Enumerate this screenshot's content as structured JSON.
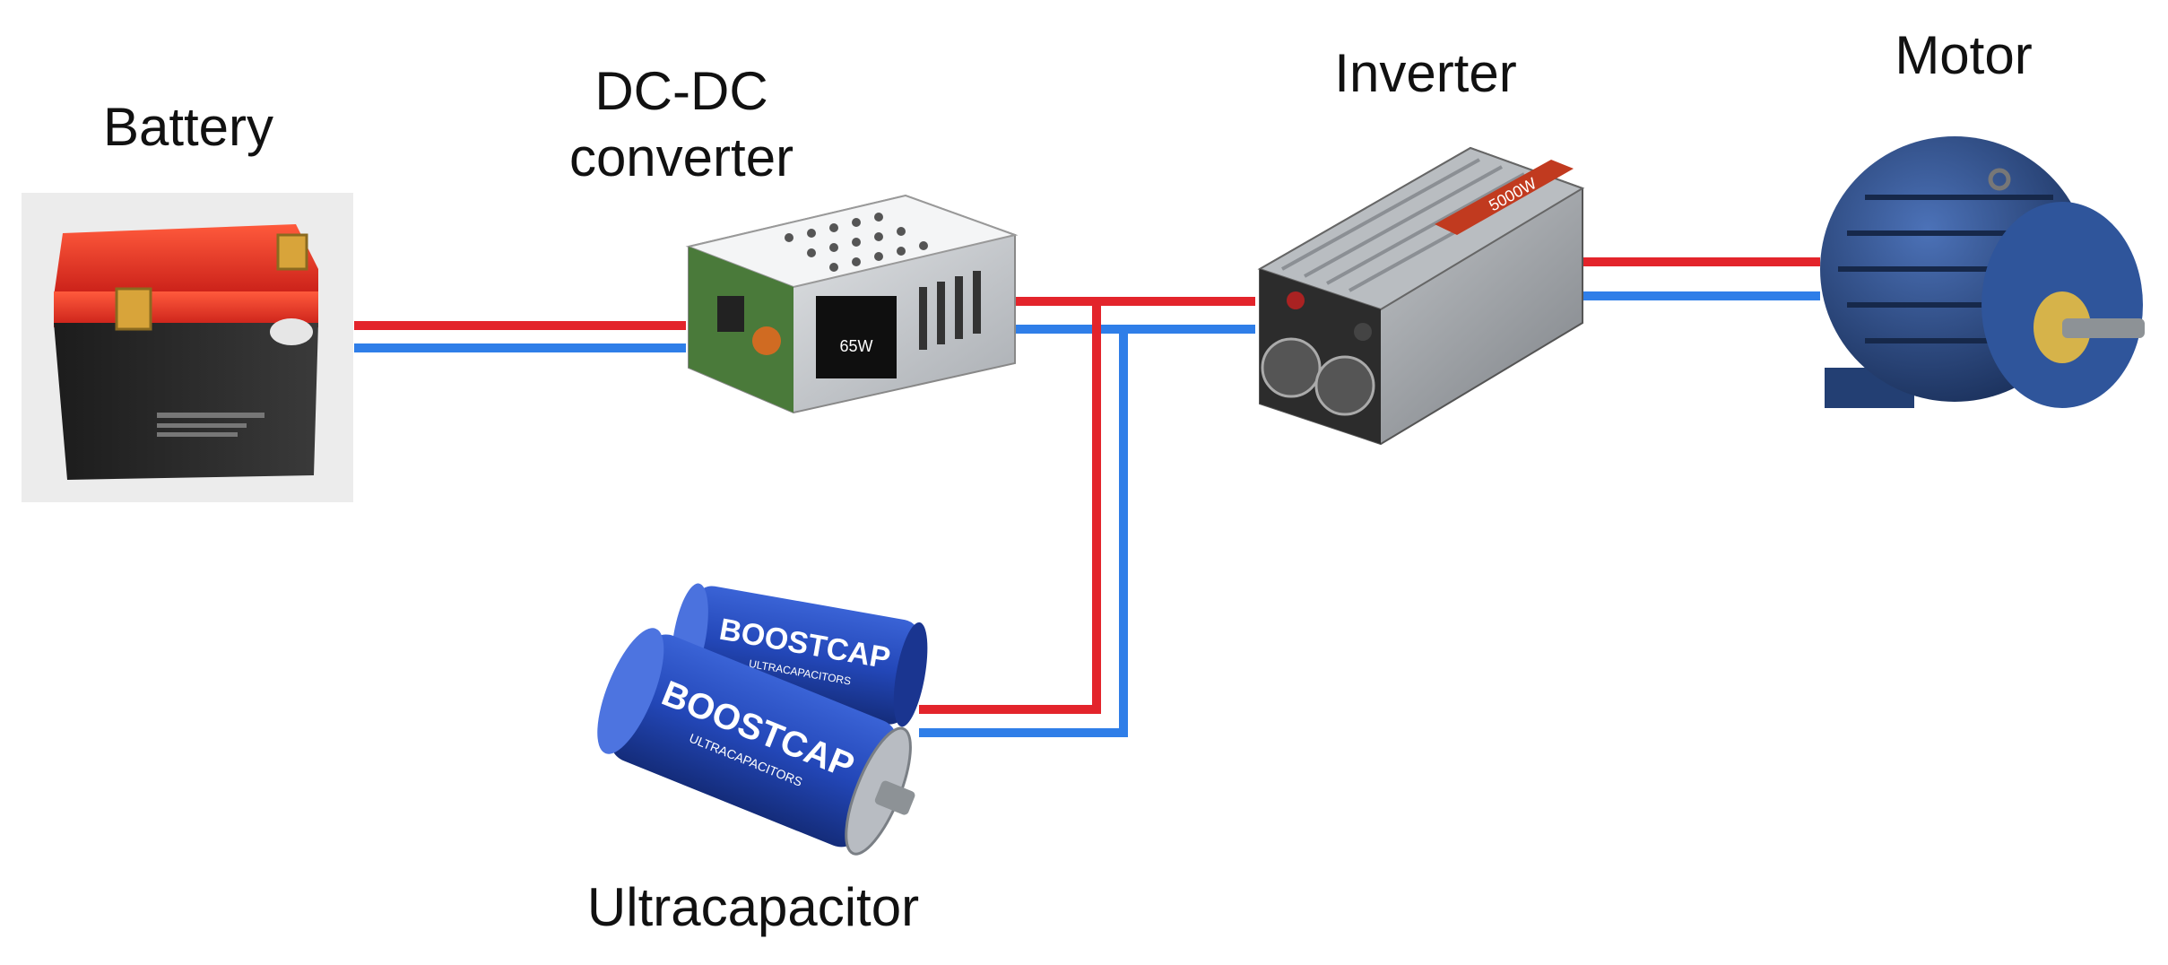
{
  "labels": {
    "battery": "Battery",
    "dcdc_line1": "DC-DC",
    "dcdc_line2": "converter",
    "inverter": "Inverter",
    "motor": "Motor",
    "ultracapacitor": "Ultracapacitor"
  },
  "device_text": {
    "dcdc_model": "65W",
    "ucap_brand": "BOOSTCAP",
    "ucap_sub": "ULTRACAPACITORS",
    "inverter_rating": "5000W"
  },
  "colors": {
    "positive_wire": "#e3242b",
    "negative_wire": "#2f7ee8",
    "battery_top": "#ee3b2a",
    "battery_body": "#2b2b2b",
    "ucap_body": "#2347b8",
    "motor_body": "#2c4f8c",
    "inverter_body": "#9a9ea3"
  },
  "icons": [
    "battery-image",
    "dcdc-converter-image",
    "inverter-image",
    "motor-image",
    "ultracapacitor-image"
  ]
}
